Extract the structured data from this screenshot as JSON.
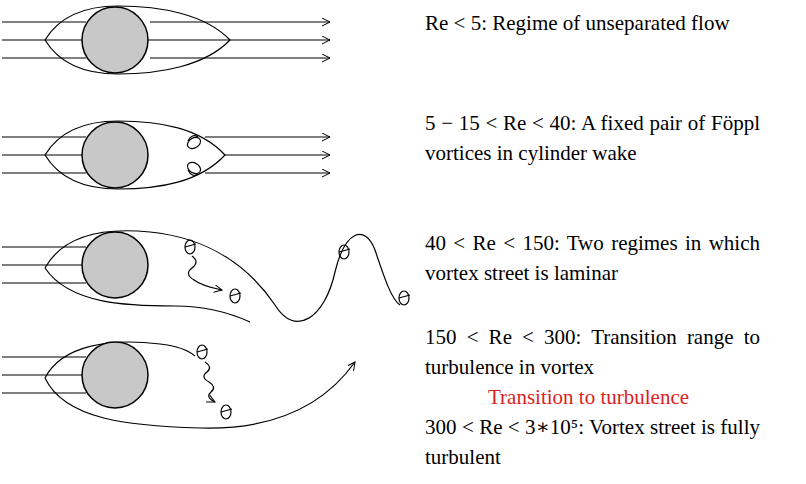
{
  "diagram": {
    "labels": [
      "Re < 5: Regime of unseparated flow",
      "5 − 15 < Re < 40: A fixed pair of Föppl vortices in cylinder wake",
      "40 < Re < 150: Two regimes in which vortex street is laminar",
      "150 < Re < 300: Transition range to turbulence in vortex",
      "Transition to turbulence",
      "300 < Re < 3∗10⁵: Vortex street is fully turbulent"
    ]
  }
}
